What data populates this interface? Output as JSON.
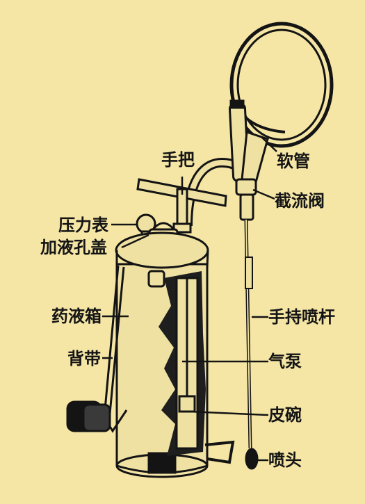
{
  "diagram": {
    "labels": {
      "handle": "手把",
      "hose": "软管",
      "cutoff_valve": "截流阀",
      "pressure_gauge": "压力表",
      "fill_cap": "加液孔盖",
      "tank": "药液箱",
      "spray_lance": "手持喷杆",
      "strap": "背带",
      "air_pump": "气泵",
      "leather_cup": "皮碗",
      "nozzle": "喷头"
    }
  },
  "colors": {
    "background": "#f5e6a6",
    "ink": "#141414",
    "metal_fill": "#efe1a2"
  }
}
